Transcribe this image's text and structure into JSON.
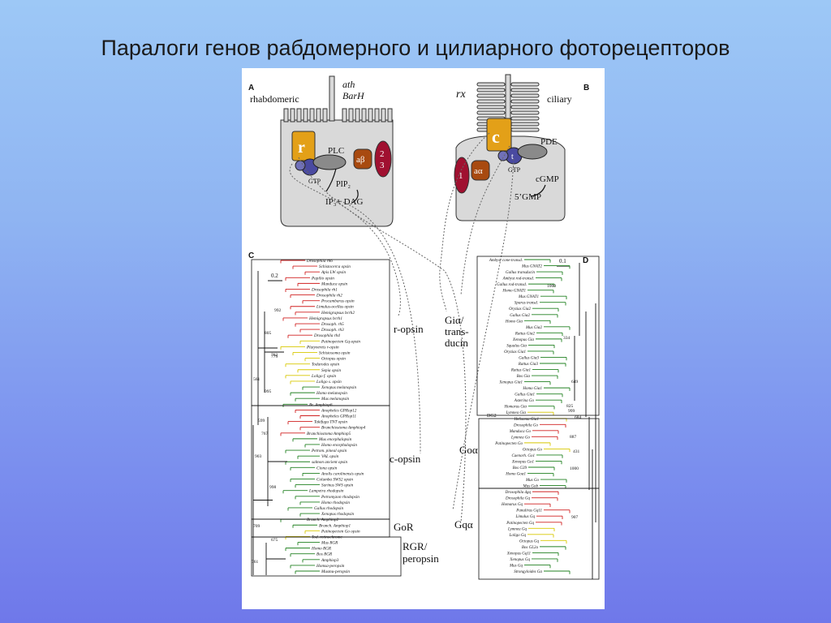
{
  "slide": {
    "title": "Паралоги генов рабдомерного и цилиарного фоторецепторов"
  },
  "colors": {
    "background_top": "#9dc8f6",
    "background_bottom": "#6f78ea",
    "cell_fill": "#d9d9d9",
    "opsin_fill": "#e3a018",
    "g_alpha_fill": "#4a4aa0",
    "effector_fill": "#a84a10",
    "rhodopsin_kinase_fill": "#a01030",
    "tree_red": "#d02020",
    "tree_green": "#208020",
    "tree_yellow": "#d8c800",
    "tree_black": "#111111"
  },
  "panel_a": {
    "letter": "A",
    "title": "rhabdomeric",
    "genes": [
      "ath",
      "BarH"
    ],
    "opsin_letter": "r",
    "plc": "PLC",
    "gtp": "GTP",
    "pip2": "PIP₂",
    "products": "IP₃+ DAG",
    "arrestin": "aβ",
    "labels_23": [
      "2",
      "3"
    ]
  },
  "panel_b": {
    "letter": "B",
    "title": "ciliary",
    "gene": "rx",
    "opsin_letter": "c",
    "pde": "PDE",
    "gtp": "GTP",
    "cgmp": "cGMP",
    "gmp": "5’GMP",
    "arrestin": "aα",
    "label_1": "1",
    "gt": "t"
  },
  "panel_c": {
    "letter": "C",
    "scale": "0.2",
    "groups": {
      "r_opsin": "r-opsin",
      "c_opsin": "c-opsin",
      "gor": "GoR",
      "rgr": "RGR/\nperopsin"
    },
    "bootstrap": [
      "992",
      "805",
      "779",
      "762",
      "561",
      "995",
      "599",
      "767",
      "903",
      "998",
      "709",
      "675",
      "761"
    ],
    "leaves": [
      "Drosophila rh6",
      "Schistocerca opsin",
      "Apis LW opsin",
      "Papilio opsin",
      "Manduca opsin",
      "Drosophila rh1",
      "Drosophila rh2",
      "Procambarus opsin",
      "Limulus-ocellus opsin",
      "Hemigrapsus bcrh2",
      "Hemigrapsus bcrh1",
      "Drosoph. rh5",
      "Drosoph. rh3",
      "Drosophila rh4",
      "Patinopecten Gq-opsin",
      "Platynereis r-opsin",
      "Schistosoma opsin",
      "Octopus opsin",
      "Todarodes opsin",
      "Sepia opsin",
      "Loligo f. opsin",
      "Loligo s. opsin",
      "Xenopus melanopsin",
      "Homo melanopsin",
      "Mus melanopsin",
      "Br. Amphiop6",
      "Anopheles GPRop12",
      "Anopheles GPRop11",
      "Takifugu TNT opsin",
      "Branchiostoma Amphiop4",
      "Branchiostoma Amphiop5",
      "Mus encephalopsin",
      "Homo encephalopsin",
      "Petrom. pineal opsin",
      "VAL opsin",
      "salmon ancient opsin",
      "Ciona opsin",
      "Anolis carolinensis opsin",
      "Columba SWS2 opsin",
      "Sarinus SWS opsin",
      "Lampetra rhodopsin",
      "Petromyzon rhodopsin",
      "Homo rhodopsin",
      "Gallus rhodopsin",
      "Xenopus rhodopsin",
      "Branch. Amphiop2",
      "Branch. Amphiop1",
      "Patinopecten Go opsin",
      "Tod. retinochrome",
      "Mus RGR",
      "Homo RGR",
      "Bos RGR",
      "Amphiop3",
      "Homsa-peropsin",
      "Musmu-peropsin"
    ]
  },
  "panel_d": {
    "letter": "D",
    "scale": "0.1",
    "groups": {
      "gi": "Giα/\ntrans-\nducin",
      "go": "Goα",
      "gq": "Gqα"
    },
    "bootstrap": [
      "1000",
      "334",
      "649",
      "825",
      "999",
      "684",
      "887",
      "431",
      "1000",
      "907"
    ],
    "dg2": "DG2",
    "leaves": [
      "Ambyst cone-transd.",
      "Mus GNAT2",
      "Gallus transducin",
      "Ambyst rod-transd.",
      "Gallus rod-transd.",
      "Homo GNAT1",
      "Mus GNAT1",
      "Sparus transd.",
      "Oryzias Giα2",
      "Gallus Giα2",
      "Homo Giα",
      "Mus Giα2",
      "Rattus Giα2",
      "Xenopus Giα",
      "Squalus Giα",
      "Oryzias Giα1",
      "Gallus Giα3",
      "Rattus Giα3",
      "Rattus Giα1",
      "Bos Giα",
      "Xenopus Giα1",
      "Homo Giα1",
      "Gallus Giα1",
      "Asterina Go",
      "Homarus Giα",
      "Lymnea Giα",
      "Helisoma Giα1",
      "Drosophila Go",
      "Manduca Go",
      "Lymnea Go",
      "Patinopecten Go",
      "Octopus Go",
      "Caenorh. Go1",
      "Xenopus Go1",
      "Bos G39",
      "Homo Goα1",
      "Mus Go",
      "Mus Gob",
      "Drosophila dgq",
      "Drosophila Gq",
      "Homarus Gq",
      "Panulirus Gq11",
      "Limulus Gq",
      "Patinopecten Gq",
      "Lymnea Gq",
      "Loligo Gq",
      "Octopus Gq",
      "Bos GL2a",
      "Xenopus Gq11",
      "Xenopus Gq",
      "Mus Gq",
      "Strongyloides Gα"
    ]
  }
}
